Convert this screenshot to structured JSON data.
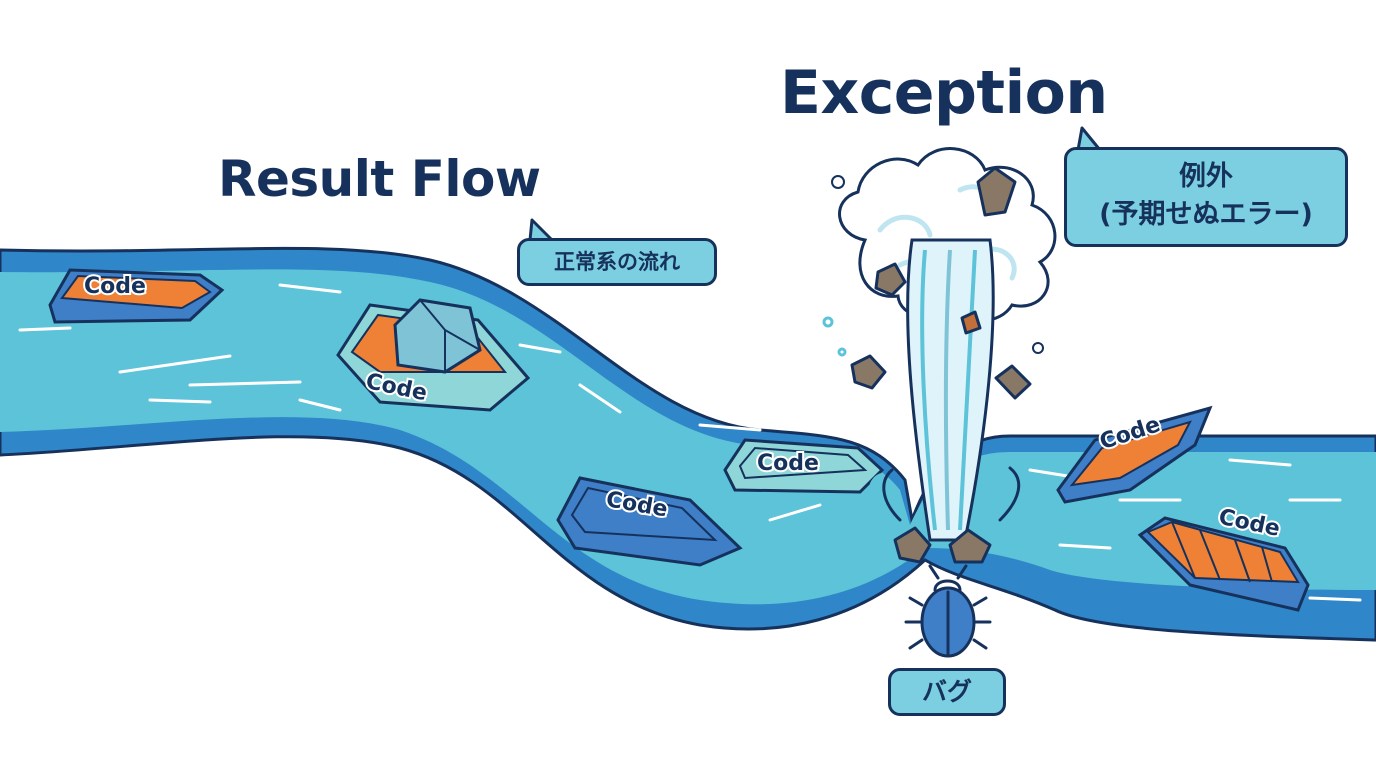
{
  "titles": {
    "result_flow": "Result Flow",
    "exception": "Exception"
  },
  "callouts": {
    "normal_flow": "正常系の流れ",
    "exception_line1": "例外",
    "exception_line2": "(予期せぬエラー)",
    "bug": "バグ"
  },
  "boats": [
    {
      "label": "Code"
    },
    {
      "label": "Code"
    },
    {
      "label": "Code"
    },
    {
      "label": "Code"
    },
    {
      "label": "Code"
    },
    {
      "label": "Code"
    }
  ],
  "colors": {
    "river_light": "#5cc3d9",
    "river_dark": "#2f86c8",
    "outline": "#16325c",
    "boat_orange": "#ef8136",
    "boat_blue": "#3e7fc8",
    "boat_teal": "#8fd6d8",
    "callout_fill": "#7ccfe0",
    "rock": "#8a7866"
  },
  "icons": [
    "bug-icon",
    "rock-icon",
    "cloud-icon",
    "water-jet-icon"
  ]
}
